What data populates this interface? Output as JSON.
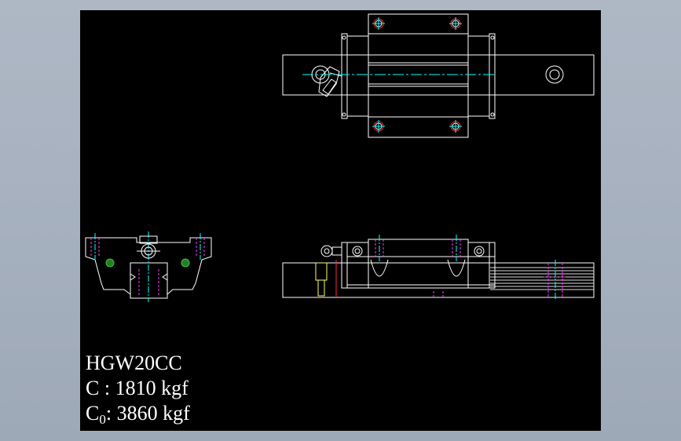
{
  "drawing": {
    "model": "HGW20CC",
    "dynamic_load": {
      "symbol": "C",
      "separator": " : ",
      "value": "1810 kgf"
    },
    "static_load": {
      "symbol": "C",
      "subscript": "0",
      "separator": ": ",
      "value": "3860 kgf"
    }
  },
  "colors": {
    "background": "#000000",
    "outline": "#ffffff",
    "hidden_line": "#ff33ff",
    "center_line": "#00ffff",
    "section": "#ff2a2a",
    "green_part": "#33cc33",
    "yellow_part": "#ffff66"
  }
}
